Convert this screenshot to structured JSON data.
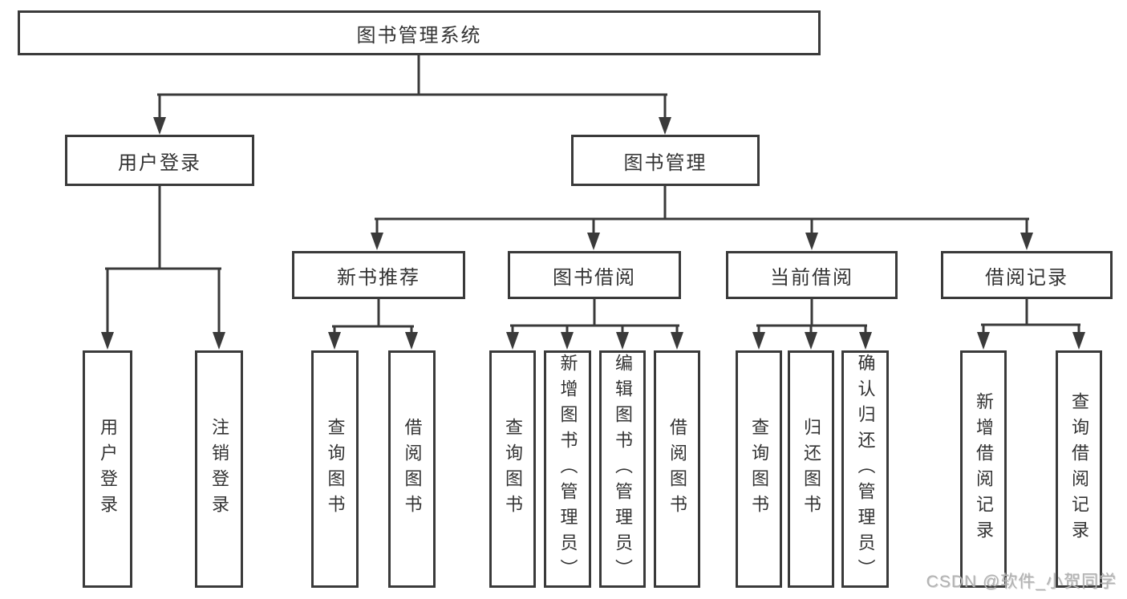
{
  "colors": {
    "line": "#3a3a3a",
    "text": "#333333",
    "background": "#ffffff",
    "watermark": "#b2b2b2"
  },
  "nodes": {
    "root": "图书管理系统",
    "branches": [
      {
        "label": "用户登录"
      },
      {
        "label": "图书管理"
      }
    ],
    "modules": [
      {
        "label": "新书推荐",
        "parent": "图书管理"
      },
      {
        "label": "图书借阅",
        "parent": "图书管理"
      },
      {
        "label": "当前借阅",
        "parent": "图书管理"
      },
      {
        "label": "借阅记录",
        "parent": "图书管理"
      }
    ],
    "leaves": [
      {
        "label": "用户登录",
        "parent": "用户登录"
      },
      {
        "label": "注销登录",
        "parent": "用户登录"
      },
      {
        "label": "查询图书",
        "parent": "新书推荐"
      },
      {
        "label": "借阅图书",
        "parent": "新书推荐"
      },
      {
        "label": "查询图书",
        "parent": "图书借阅"
      },
      {
        "label": "新增图书（管理员）",
        "parent": "图书借阅"
      },
      {
        "label": "编辑图书（管理员）",
        "parent": "图书借阅"
      },
      {
        "label": "借阅图书",
        "parent": "图书借阅"
      },
      {
        "label": "查询图书",
        "parent": "当前借阅"
      },
      {
        "label": "归还图书",
        "parent": "当前借阅"
      },
      {
        "label": "确认归还（管理员）",
        "parent": "当前借阅"
      },
      {
        "label": "新增借阅记录",
        "parent": "借阅记录"
      },
      {
        "label": "查询借阅记录",
        "parent": "借阅记录"
      }
    ]
  },
  "watermark": "CSDN @软件_小贺同学"
}
